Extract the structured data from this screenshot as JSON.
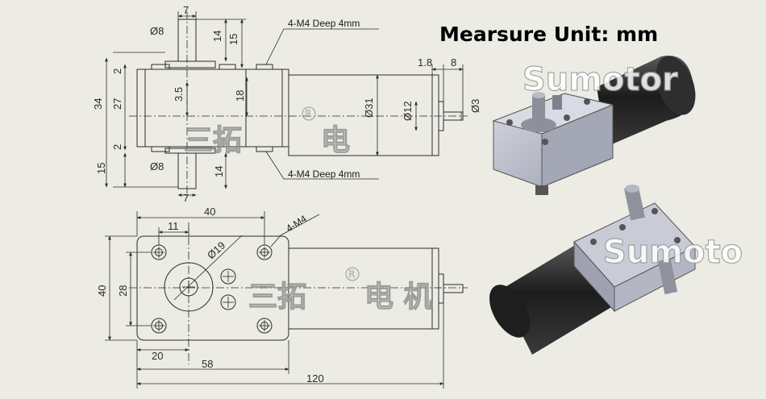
{
  "title": "Mearsure Unit: mm",
  "watermarks": {
    "brand_top": "Sumotor",
    "brand_bottom": "Sumoto",
    "cn_top_1": "三拓",
    "cn_top_2": "电",
    "cn_bottom_1": "三拓",
    "cn_bottom_2": "电 机",
    "registered": "R"
  },
  "notes": {
    "mount_top": "4-M4 Deep 4mm",
    "mount_bottom": "4-M4 Deep 4mm",
    "mount_front": "4-M4"
  },
  "dims_side": {
    "shaft_top_width": "7",
    "shaft_top_dia": "Ø8",
    "shaft_top_len_a": "14",
    "shaft_top_len_b": "15",
    "gap_top": "2",
    "body_height": "27",
    "overall_height": "34",
    "gap_bottom": "2",
    "offset": "3.5",
    "center_height": "18",
    "motor_dia": "Ø31",
    "boss_dia": "Ø12",
    "out_shaft_dia": "Ø3",
    "boss_len": "1.8",
    "out_shaft_len": "8",
    "shaft_bottom_len_a": "15",
    "shaft_bottom_dia": "Ø8",
    "shaft_bottom_len_b": "14",
    "shaft_bottom_width": "7"
  },
  "dims_front": {
    "width_40": "40",
    "hole_11": "11",
    "boss_dia_19": "Ø19",
    "height_40": "40",
    "height_28": "28",
    "offset_20": "20",
    "length_58": "58",
    "length_120": "120"
  },
  "colors": {
    "background": "#ecebe4",
    "line": "#2b2b2b",
    "motor_body": "#2a2a2a",
    "gearbox": "#b9bcc8"
  }
}
